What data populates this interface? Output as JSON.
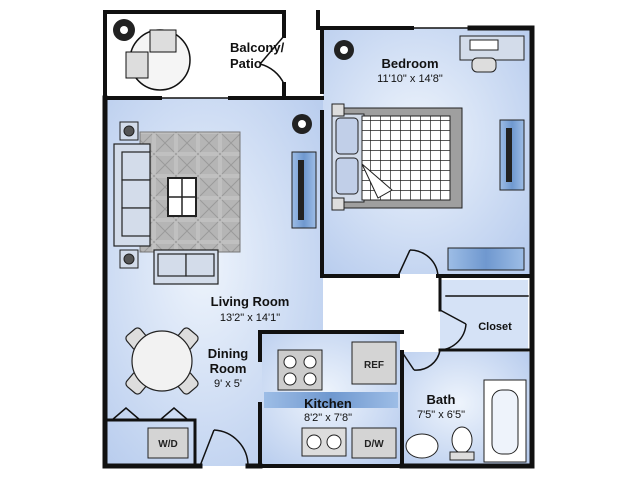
{
  "rooms": {
    "balcony": {
      "name_line1": "Balcony/",
      "name_line2": "Patio"
    },
    "bedroom": {
      "name": "Bedroom",
      "dims": "11'10\" x 14'8\""
    },
    "living": {
      "name": "Living Room",
      "dims": "13'2\" x 14'1\""
    },
    "dining": {
      "name_line1": "Dining",
      "name_line2": "Room",
      "dims": "9' x 5'"
    },
    "kitchen": {
      "name": "Kitchen",
      "dims": "8'2\" x 7'8\""
    },
    "bath": {
      "name": "Bath",
      "dims": "7'5\" x 6'5\""
    },
    "closet": {
      "name": "Closet"
    }
  },
  "fixtures": {
    "refrigerator": "REF",
    "dishwasher": "D/W",
    "washer_dryer": "W/D"
  },
  "colors": {
    "floor": "#c9d9f2",
    "floor_light": "#eaf1fb",
    "wall": "#111111",
    "outdoor": "#ffffff",
    "rug": "#b8b8b8",
    "furniture": "#c7d4ea",
    "counter_stripe": "#7fa6d8"
  },
  "icons": [
    "plant-icon",
    "lamp-icon",
    "tv-icon",
    "bed-icon",
    "sofa-icon",
    "table-icon",
    "stove-icon",
    "sink-icon",
    "toilet-icon",
    "bathtub-icon",
    "desk-icon"
  ]
}
